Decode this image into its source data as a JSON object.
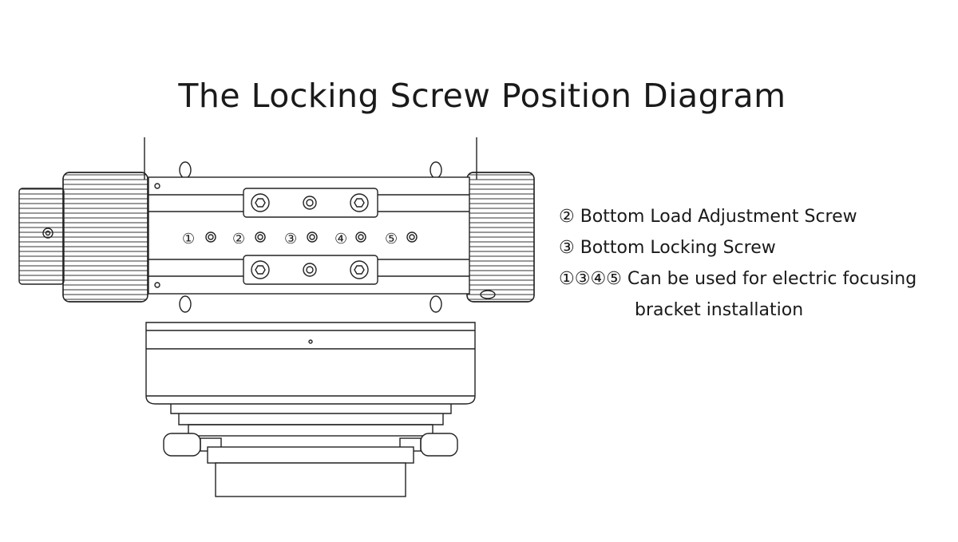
{
  "title": "The Locking Screw Position Diagram",
  "hole_labels": [
    "①",
    "②",
    "③",
    "④",
    "⑤"
  ],
  "legend": {
    "line1": "② Bottom Load Adjustment Screw",
    "line2": "③ Bottom Locking Screw",
    "line3": "①③④⑤ Can be used for electric focusing",
    "line4": "bracket installation"
  }
}
